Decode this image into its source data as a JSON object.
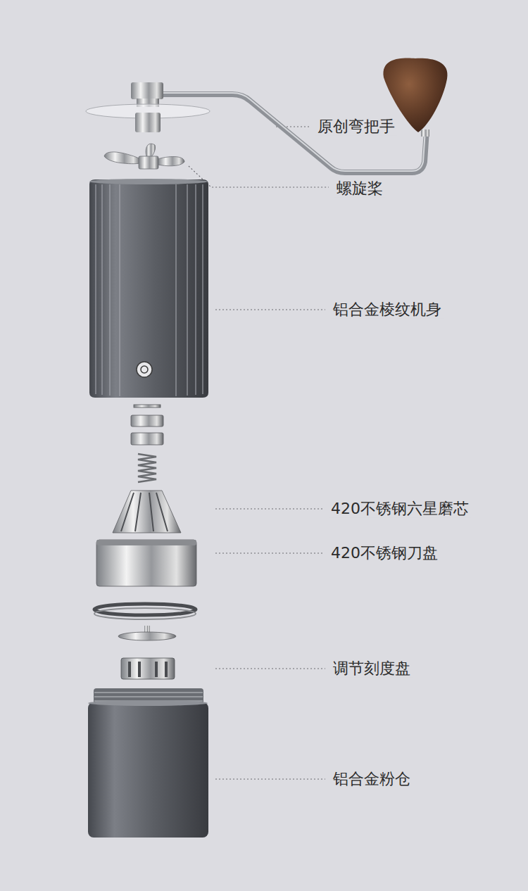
{
  "diagram": {
    "labels": [
      "原创弯把手",
      "螺旋桨",
      "铝合金棱纹机身",
      "420不锈钢六星磨芯",
      "420不锈钢刀盘",
      "调节刻度盘",
      "铝合金粉仓"
    ]
  }
}
